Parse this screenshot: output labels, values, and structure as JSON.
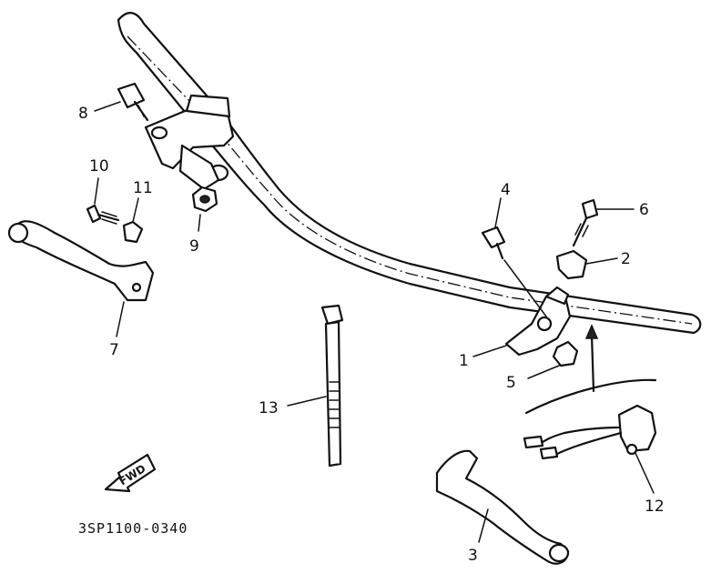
{
  "diagram": {
    "drawing_code": "3SP1100-0340",
    "direction_marker": "FWD",
    "callouts": [
      {
        "id": "1",
        "label": "1"
      },
      {
        "id": "2",
        "label": "2"
      },
      {
        "id": "3",
        "label": "3"
      },
      {
        "id": "4",
        "label": "4"
      },
      {
        "id": "5",
        "label": "5"
      },
      {
        "id": "6",
        "label": "6"
      },
      {
        "id": "7",
        "label": "7"
      },
      {
        "id": "8",
        "label": "8"
      },
      {
        "id": "9",
        "label": "9"
      },
      {
        "id": "10",
        "label": "10"
      },
      {
        "id": "11",
        "label": "11"
      },
      {
        "id": "12",
        "label": "12"
      },
      {
        "id": "13",
        "label": "13"
      }
    ]
  }
}
